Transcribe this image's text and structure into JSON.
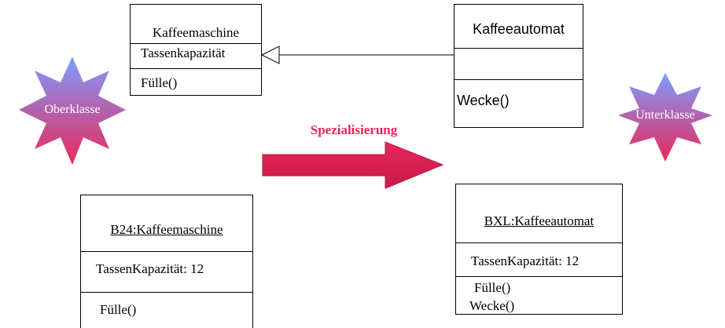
{
  "classes": {
    "kaffeemaschine": {
      "name": "Kaffeemaschine",
      "attribute": "Tassenkapazität",
      "method": "Fülle()"
    },
    "kaffeeautomat": {
      "name": "Kaffeeautomat",
      "attribute": "",
      "method": "Wecke()"
    }
  },
  "objects": {
    "b24": {
      "name": "B24:Kaffeemaschine",
      "attribute": "TassenKapazität: 12",
      "method": "Fülle()"
    },
    "bxl": {
      "name": "BXL:Kaffeeautomat",
      "attribute": "TassenKapazität: 12",
      "methods": [
        "Fülle()",
        "Wecke()"
      ]
    }
  },
  "stars": {
    "oberklasse": "Oberklasse",
    "unterklasse": "Unterklasse"
  },
  "arrow": {
    "label": "Spezialisierung",
    "color": "#e8265a"
  },
  "colors": {
    "star_gradient_top": "#7f9cff",
    "star_gradient_bottom": "#e8285a",
    "arrow_fill": "#e8265a"
  }
}
